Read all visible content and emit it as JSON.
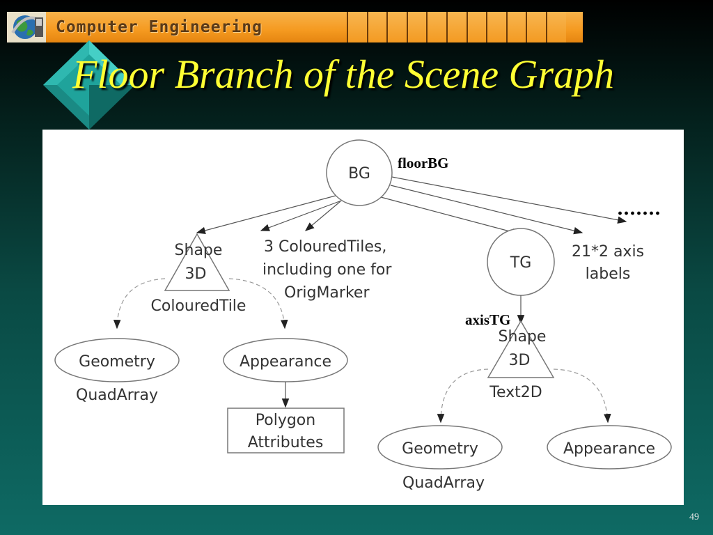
{
  "banner": {
    "title": "Computer Engineering",
    "cell_count": 11
  },
  "slide": {
    "title": "Floor Branch of the Scene Graph",
    "page_number": "49"
  },
  "diagram": {
    "nodes": {
      "bg": {
        "label": "BG",
        "caption": "floorBG"
      },
      "shape1": {
        "line1": "Shape",
        "line2": "3D",
        "caption": "ColouredTile"
      },
      "tiles": {
        "line1": "3 ColouredTiles,",
        "line2": "including one for",
        "line3": "OrigMarker"
      },
      "tg": {
        "label": "TG",
        "caption": "axisTG"
      },
      "axis_labels": {
        "line1": "21*2 axis",
        "line2": "labels"
      },
      "dots": "·······",
      "geometry1": {
        "label": "Geometry",
        "caption": "QuadArray"
      },
      "appearance1": {
        "label": "Appearance"
      },
      "polygon": {
        "line1": "Polygon",
        "line2": "Attributes"
      },
      "shape2": {
        "line1": "Shape",
        "line2": "3D",
        "caption": "Text2D"
      },
      "geometry2": {
        "label": "Geometry",
        "caption": "QuadArray"
      },
      "appearance2": {
        "label": "Appearance"
      }
    }
  },
  "colors": {
    "title": "#ffff33",
    "banner": "#f59a20",
    "diamond": "#2fb8b0"
  }
}
